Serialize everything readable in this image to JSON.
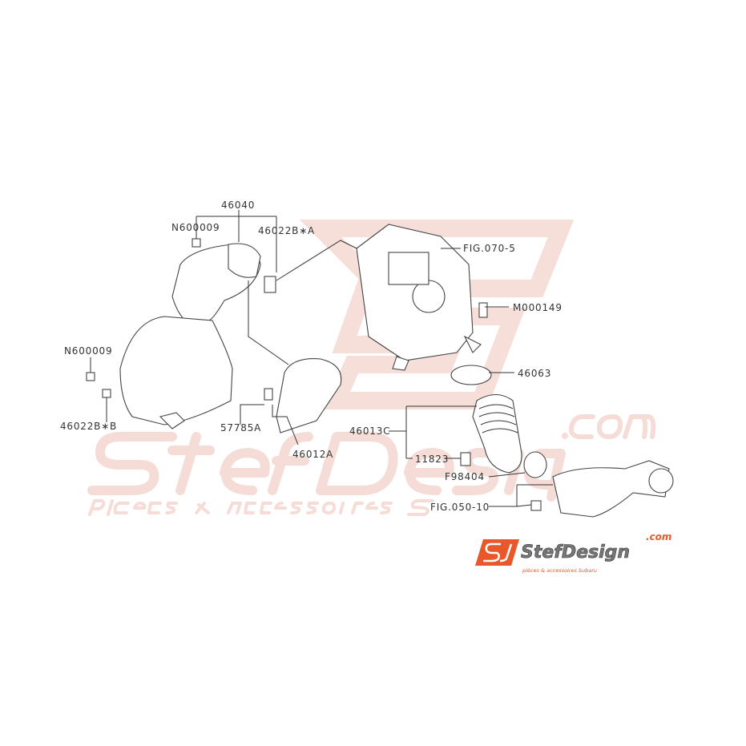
{
  "diagram": {
    "labels": {
      "l46040": "46040",
      "n600009_top": "N600009",
      "l46022ba": "46022B∗A",
      "fig0705": "FIG.070-5",
      "m000149": "M000149",
      "n600009_left": "N600009",
      "l46022bb": "46022B∗B",
      "l57785a": "57785A",
      "l46012a": "46012A",
      "l46063": "46063",
      "l46013c": "46013C",
      "l11823": "11823",
      "f98404": "F98404",
      "fig05010": "FIG.050-10"
    }
  },
  "watermark": {
    "brand": "StefDesign",
    "domain": ".com",
    "tagline": "pièces & accessoires Subaru"
  },
  "logo": {
    "brand": "StefDesign",
    "domain": ".com",
    "tagline": "pièces & accessoires Subaru",
    "accent_color": "#e8582a"
  }
}
